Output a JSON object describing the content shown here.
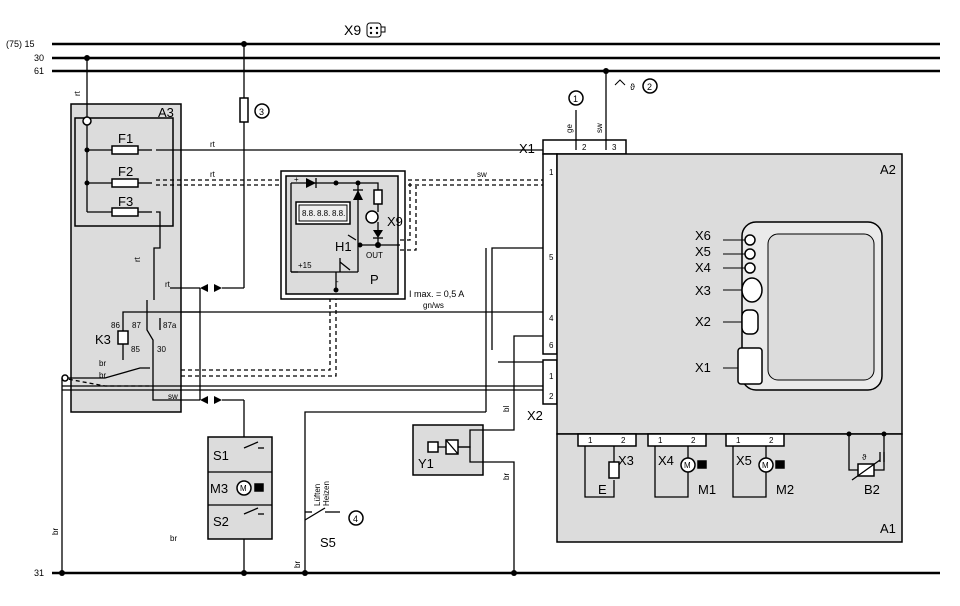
{
  "rails": {
    "r15": "(75) 15",
    "r30": "30",
    "r61": "61",
    "r31": "31"
  },
  "connector_top": "X9",
  "callouts": [
    "1",
    "2",
    "3",
    "4"
  ],
  "theta": "ϑ",
  "a3": {
    "name": "A3",
    "fuses": [
      "F1",
      "F2",
      "F3"
    ],
    "relay": "K3",
    "relay_pins": [
      "86",
      "87",
      "87a",
      "85",
      "30"
    ]
  },
  "panel": {
    "name": "P",
    "lamp": "H1",
    "connector": "X9",
    "plus": "+15",
    "minus": "-",
    "out": "OUT",
    "plus_small": "+",
    "display_chars": [
      "8.8.",
      "8.8.",
      "8.8."
    ]
  },
  "imax": "I max. = 0,5 A",
  "wires": {
    "rt": "rt",
    "sw": "sw",
    "br": "br",
    "bl": "bl",
    "ge": "ge",
    "gnws": "gn/ws"
  },
  "x1": {
    "name": "X1",
    "pins": [
      "1",
      "2",
      "3",
      "4",
      "5",
      "6"
    ]
  },
  "x2": {
    "name": "X2",
    "pins": [
      "1",
      "2"
    ]
  },
  "a2": {
    "name": "A2",
    "connectors": [
      "X6",
      "X5",
      "X4",
      "X3",
      "X2",
      "X1"
    ]
  },
  "a1": {
    "name": "A1",
    "slots": [
      {
        "conn": "X3",
        "comp": "E"
      },
      {
        "conn": "X4",
        "comp": "M1"
      },
      {
        "conn": "X5",
        "comp": "M2"
      }
    ],
    "sensor": "B2",
    "pin1": "1",
    "pin2": "2",
    "motor": "M"
  },
  "switch_unit": {
    "s1": "S1",
    "m3": "M3",
    "s2": "S2",
    "motor": "M"
  },
  "y1": "Y1",
  "s5": {
    "name": "S5",
    "opt1": "Lüften",
    "opt2": "Heizen"
  }
}
